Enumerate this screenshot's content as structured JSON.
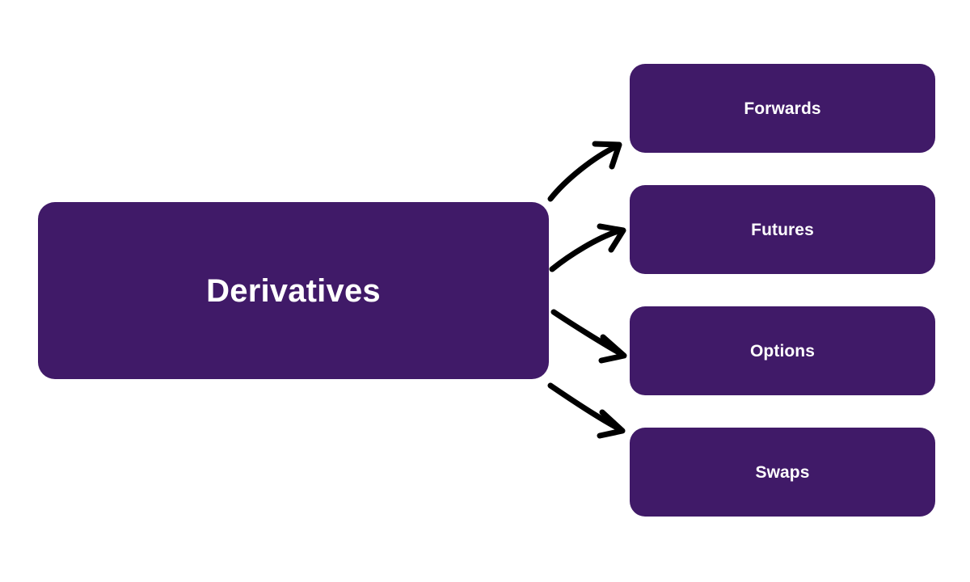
{
  "diagram": {
    "title": "Derivatives",
    "type": "hierarchy-fan-out",
    "background_color": "#ffffff",
    "node_color": "#401a68",
    "node_text_color": "#ffffff",
    "connector_color": "#000000",
    "root": {
      "label": "Derivatives"
    },
    "children": [
      {
        "label": "Forwards"
      },
      {
        "label": "Futures"
      },
      {
        "label": "Options"
      },
      {
        "label": "Swaps"
      }
    ],
    "connectors": [
      {
        "from": "Derivatives",
        "to": "Forwards",
        "style": "curved-arrow"
      },
      {
        "from": "Derivatives",
        "to": "Futures",
        "style": "curved-arrow"
      },
      {
        "from": "Derivatives",
        "to": "Options",
        "style": "curved-arrow"
      },
      {
        "from": "Derivatives",
        "to": "Swaps",
        "style": "curved-arrow"
      }
    ]
  }
}
